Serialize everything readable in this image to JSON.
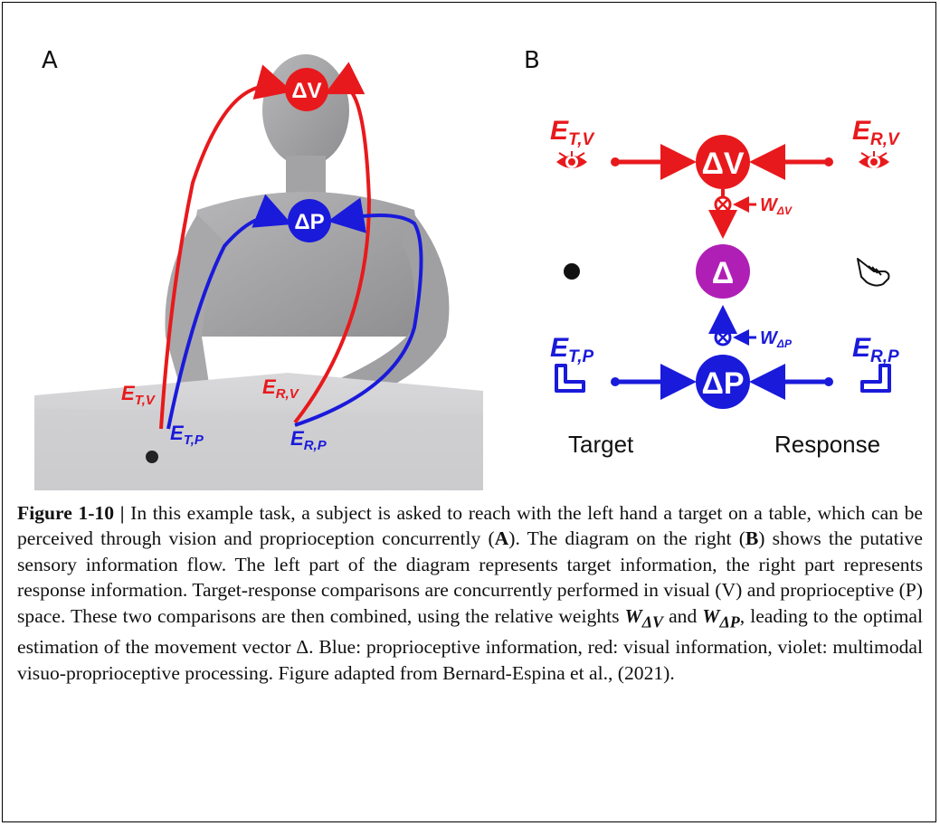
{
  "panels": {
    "a_letter": "A",
    "b_letter": "B"
  },
  "panel_a": {
    "node_dv": "ΔV",
    "node_dp": "ΔP",
    "label_etv": {
      "base": "E",
      "sub": "T,V"
    },
    "label_etp": {
      "base": "E",
      "sub": "T,P"
    },
    "label_erv": {
      "base": "E",
      "sub": "R,V"
    },
    "label_erp": {
      "base": "E",
      "sub": "R,P"
    }
  },
  "panel_b": {
    "label_etv": {
      "base": "E",
      "sub": "T,V"
    },
    "label_erv": {
      "base": "E",
      "sub": "R,V"
    },
    "label_etp": {
      "base": "E",
      "sub": "T,P"
    },
    "label_erp": {
      "base": "E",
      "sub": "R,P"
    },
    "node_dv": "ΔV",
    "node_delta": "Δ",
    "node_dp": "ΔP",
    "weight_dv": {
      "base": "W",
      "sub": "ΔV"
    },
    "weight_dp": {
      "base": "W",
      "sub": "ΔP"
    },
    "target_label": "Target",
    "response_label": "Response"
  },
  "caption": {
    "figure_label": "Figure 1-10",
    "separator": " | ",
    "part1": "In this example task, a subject is asked to reach with the left hand a target on a table, which can be perceived through vision and proprioception concurrently (",
    "bold_a": "A",
    "part2": "). The diagram on the right (",
    "bold_b": "B",
    "part3": ") shows the putative sensory information flow. The left part of the diagram represents target information, the right part represents response information. Target-response comparisons are concurrently performed in visual (V) and proprioceptive (P) space. These two comparisons are then combined, using the relative weights ",
    "w1_base": "W",
    "w1_sub": "ΔV",
    "and": " and ",
    "w2_base": "W",
    "w2_sub": "ΔP",
    "part4": ", leading to the optimal estimation of the movement vector Δ. Blue: proprioceptive information, red: visual information, violet: multimodal visuo-proprioceptive processing. Figure adapted from Bernard-Espina et al., (2021)."
  },
  "colors": {
    "visual": "#e8191c",
    "proprioceptive": "#1a1adb",
    "multimodal": "#b01fb5",
    "figure_gray": "#9a9a9c"
  }
}
